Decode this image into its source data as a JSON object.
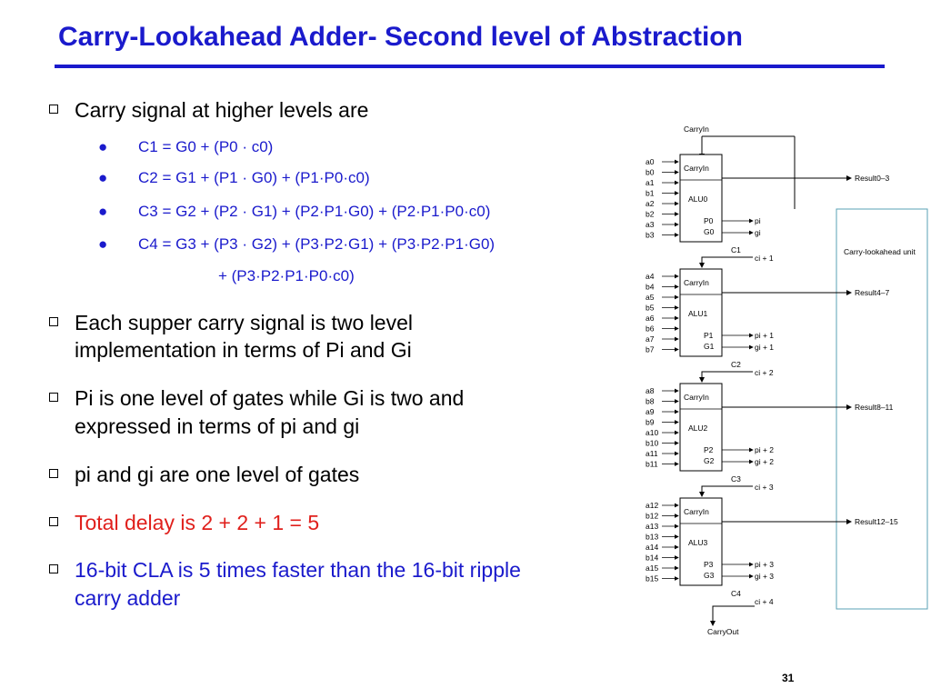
{
  "title": "Carry-Lookahead Adder- Second level of Abstraction",
  "bullets": {
    "b0": "Carry signal at higher levels are",
    "eq1": "C1 = G0 + (P0 · c0)",
    "eq2": "C2 = G1 + (P1 · G0) + (P1·P0·c0)",
    "eq3": "C3 = G2 + (P2 · G1) + (P2·P1·G0) + (P2·P1·P0·c0)",
    "eq4": "C4 = G3 + (P3 · G2) + (P3·P2·G1) + (P3·P2·P1·G0)",
    "eq4b": "+ (P3·P2·P1·P0·c0)",
    "b1a": "Each supper carry signal is two level",
    "b1b": "implementation in terms of Pi and Gi",
    "b2a": "Pi is one level of gates while Gi is two and",
    "b2b": "expressed in terms of pi and gi",
    "b3": "pi and gi are one level of gates",
    "b4": "Total delay is 2 + 2 + 1 = 5",
    "b5a": "16-bit CLA is 5 times faster  than the 16-bit ripple",
    "b5b": "carry adder"
  },
  "diagram": {
    "carry_in": "CarryIn",
    "carry_out": "CarryOut",
    "cla_label": "Carry-lookahead unit",
    "alus": [
      {
        "carryin": "CarryIn",
        "name": "ALU0",
        "p": "P0",
        "g": "G0",
        "c": "C1",
        "inputs": [
          "a0",
          "b0",
          "a1",
          "b1",
          "a2",
          "b2",
          "a3",
          "b3"
        ],
        "result": "Result0–3",
        "pi": "pi",
        "gi": "gi",
        "ci": "ci + 1"
      },
      {
        "carryin": "CarryIn",
        "name": "ALU1",
        "p": "P1",
        "g": "G1",
        "c": "C2",
        "inputs": [
          "a4",
          "b4",
          "a5",
          "b5",
          "a6",
          "b6",
          "a7",
          "b7"
        ],
        "result": "Result4–7",
        "pi": "pi + 1",
        "gi": "gi + 1",
        "ci": "ci + 2"
      },
      {
        "carryin": "CarryIn",
        "name": "ALU2",
        "p": "P2",
        "g": "G2",
        "c": "C3",
        "inputs": [
          "a8",
          "b8",
          "a9",
          "b9",
          "a10",
          "b10",
          "a11",
          "b11"
        ],
        "result": "Result8–11",
        "pi": "pi + 2",
        "gi": "gi + 2",
        "ci": "ci + 3"
      },
      {
        "carryin": "CarryIn",
        "name": "ALU3",
        "p": "P3",
        "g": "G3",
        "c": "C4",
        "inputs": [
          "a12",
          "b12",
          "a13",
          "b13",
          "a14",
          "b14",
          "a15",
          "b15"
        ],
        "result": "Result12–15",
        "pi": "pi + 3",
        "gi": "gi + 3",
        "ci": "ci + 4"
      }
    ]
  },
  "slide_number": "31"
}
